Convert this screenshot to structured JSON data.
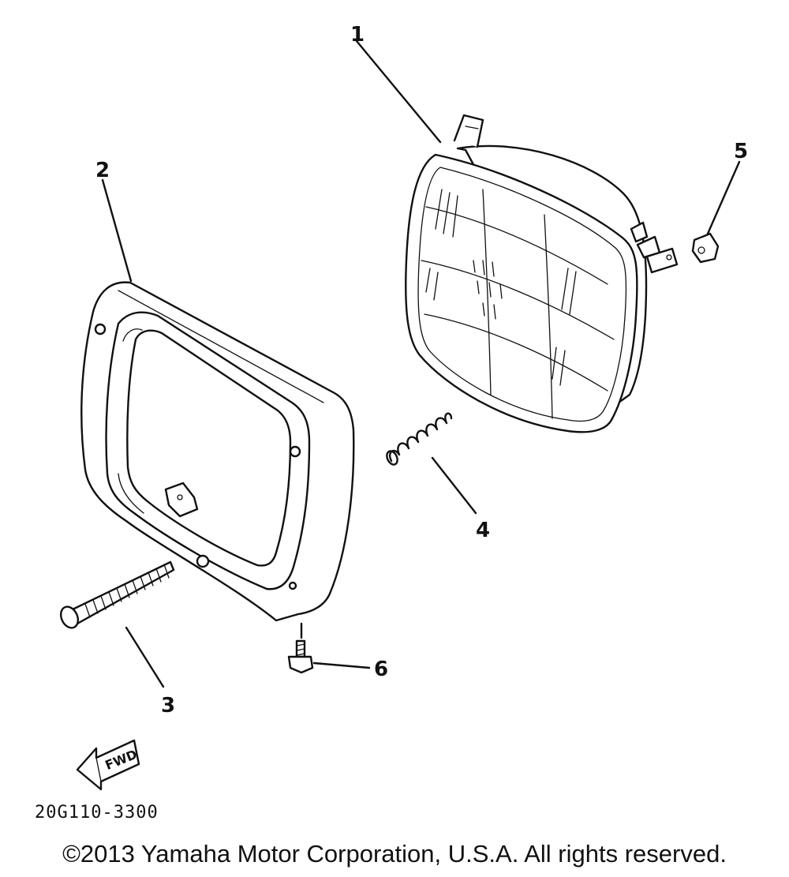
{
  "diagram": {
    "callouts": [
      {
        "id": "1",
        "label": "1"
      },
      {
        "id": "2",
        "label": "2"
      },
      {
        "id": "3",
        "label": "3"
      },
      {
        "id": "4",
        "label": "4"
      },
      {
        "id": "5",
        "label": "5"
      },
      {
        "id": "6",
        "label": "6"
      }
    ],
    "fwd_label": "FWD",
    "part_code": "20G110-3300"
  },
  "footer": {
    "copyright": "©2013 Yamaha Motor Corporation, U.S.A. All rights reserved."
  }
}
